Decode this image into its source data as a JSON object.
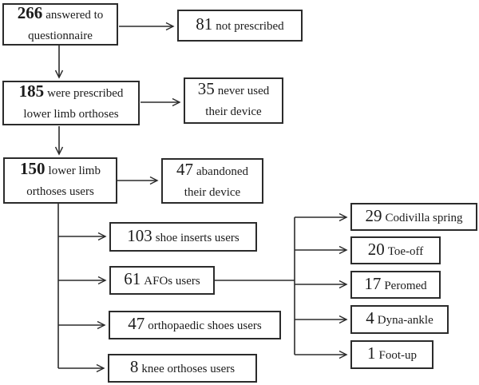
{
  "colors": {
    "background": "#ffffff",
    "box_border": "#2b2b2b",
    "text": "#1c1c1c"
  },
  "nodes": {
    "answered": {
      "value": "266",
      "label": "answered to questionnaire"
    },
    "not_prescribed": {
      "value": "81",
      "label": "not prescribed"
    },
    "prescribed": {
      "value": "185",
      "label": "were prescribed lower limb orthoses"
    },
    "never_used": {
      "value": "35",
      "label": "never used their device"
    },
    "users": {
      "value": "150",
      "label": "lower limb orthoses users"
    },
    "abandoned": {
      "value": "47",
      "label": "abandoned their device"
    },
    "shoe_inserts": {
      "value": "103",
      "label": "shoe inserts users"
    },
    "afos": {
      "value": "61",
      "label": "AFOs users"
    },
    "orthopaedic_shoes": {
      "value": "47",
      "label": "orthopaedic shoes users"
    },
    "knee_orthoses": {
      "value": "8",
      "label": "knee orthoses users"
    },
    "codivilla": {
      "value": "29",
      "label": "Codivilla spring"
    },
    "toe_off": {
      "value": "20",
      "label": "Toe-off"
    },
    "peromed": {
      "value": "17",
      "label": "Peromed"
    },
    "dyna_ankle": {
      "value": "4",
      "label": "Dyna-ankle"
    },
    "foot_up": {
      "value": "1",
      "label": "Foot-up"
    }
  },
  "edges": [
    {
      "from": "answered",
      "to": "not_prescribed"
    },
    {
      "from": "answered",
      "to": "prescribed"
    },
    {
      "from": "prescribed",
      "to": "never_used"
    },
    {
      "from": "prescribed",
      "to": "users"
    },
    {
      "from": "users",
      "to": "abandoned"
    },
    {
      "from": "users",
      "to": "shoe_inserts"
    },
    {
      "from": "users",
      "to": "afos"
    },
    {
      "from": "users",
      "to": "orthopaedic_shoes"
    },
    {
      "from": "users",
      "to": "knee_orthoses"
    },
    {
      "from": "afos",
      "to": "codivilla"
    },
    {
      "from": "afos",
      "to": "toe_off"
    },
    {
      "from": "afos",
      "to": "peromed"
    },
    {
      "from": "afos",
      "to": "dyna_ankle"
    },
    {
      "from": "afos",
      "to": "foot_up"
    }
  ]
}
